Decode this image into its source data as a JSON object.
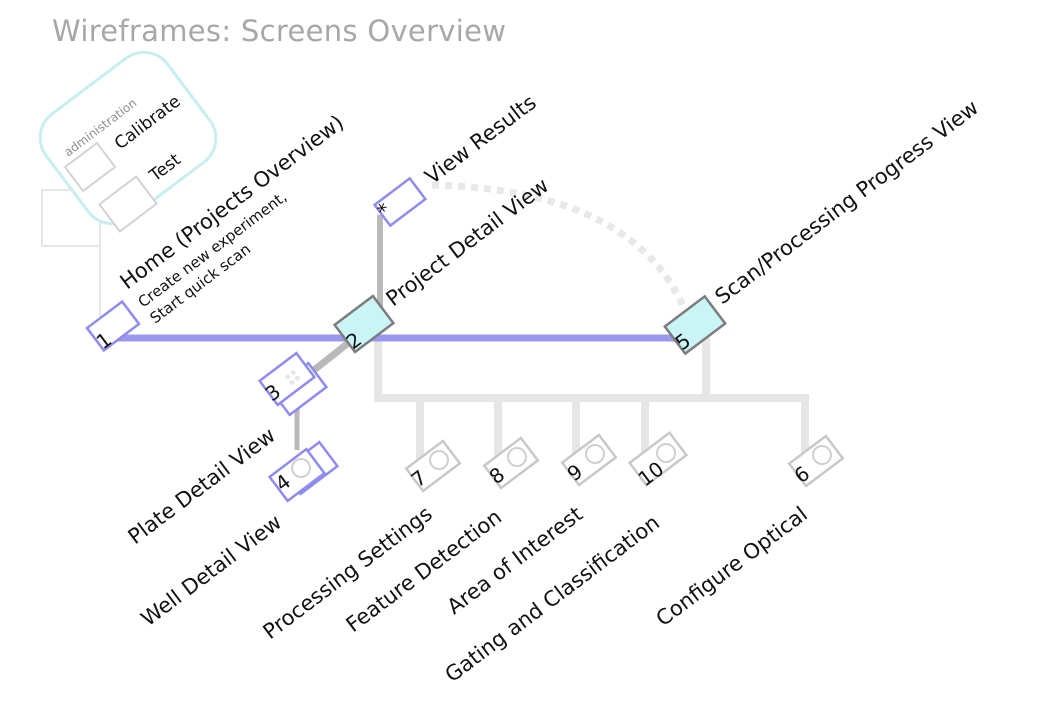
{
  "title": "Wireframes: Screens Overview",
  "colors": {
    "primary_line": "#9a98ee",
    "screen_border": "#8e8bef",
    "highlight_fill": "#c9f5f7",
    "gray_line": "#e6e6e6",
    "dark_gray_line": "#b9b9b9",
    "admin_border": "#c8eef0",
    "title_text": "#a7a7a7"
  },
  "admin": {
    "label": "administration",
    "items": [
      "Calibrate",
      "Test"
    ]
  },
  "screens": {
    "home": {
      "number": "1",
      "label": "Home (Projects Overview)",
      "sub1": "Create new experiment,",
      "sub2": "Start quick scan"
    },
    "view_results": {
      "number": "*",
      "label": "View Results"
    },
    "project_detail": {
      "number": "2",
      "label": "Project Detail View"
    },
    "scan_progress": {
      "number": "5",
      "label": "Scan/Processing Progress View"
    },
    "plate_detail": {
      "number": "3",
      "label": "Plate Detail View"
    },
    "well_detail": {
      "number": "4",
      "label": "Well Detail View"
    },
    "processing_settings": {
      "number": "7",
      "label": "Processing Settings"
    },
    "feature_detection": {
      "number": "8",
      "label": "Feature Detection"
    },
    "area_of_interest": {
      "number": "9",
      "label": "Area of Interest"
    },
    "gating": {
      "number": "10",
      "label": "Gating and Classification"
    },
    "configure_optical": {
      "number": "6",
      "label": "Configure Optical"
    }
  }
}
